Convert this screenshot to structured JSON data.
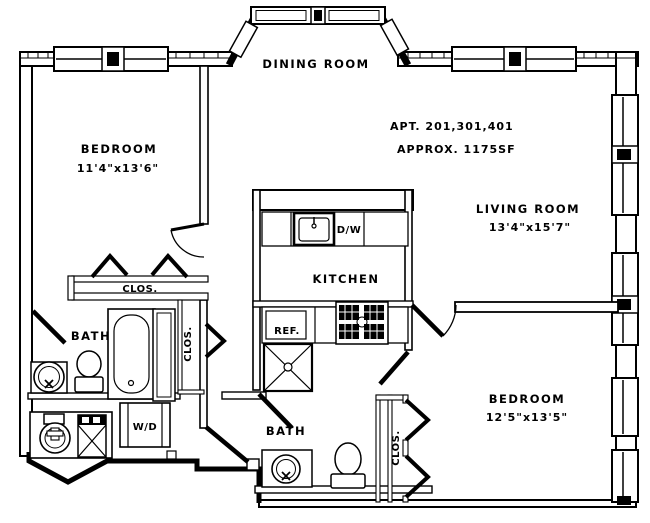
{
  "plan": {
    "apt_label": "APT. 201,301,401",
    "area_label": "APPROX. 1175SF",
    "rooms": {
      "dining": {
        "name": "DINING ROOM"
      },
      "bedroom1": {
        "name": "BEDROOM",
        "dims": "11'4\"x13'6\""
      },
      "living": {
        "name": "LIVING ROOM",
        "dims": "13'4\"x15'7\""
      },
      "kitchen": {
        "name": "KITCHEN"
      },
      "bedroom2": {
        "name": "BEDROOM",
        "dims": "12'5\"x13'5\""
      },
      "bath1": {
        "name": "BATH"
      },
      "bath2": {
        "name": "BATH"
      }
    },
    "closets": {
      "closet1": "CLOS.",
      "closet2": "CLOS.",
      "closet3": "CLOS."
    },
    "appliances": {
      "dishwasher": "D/W",
      "refrigerator": "REF.",
      "washer_dryer": "W/D"
    },
    "colors": {
      "line": "#000000",
      "background": "#ffffff"
    }
  }
}
